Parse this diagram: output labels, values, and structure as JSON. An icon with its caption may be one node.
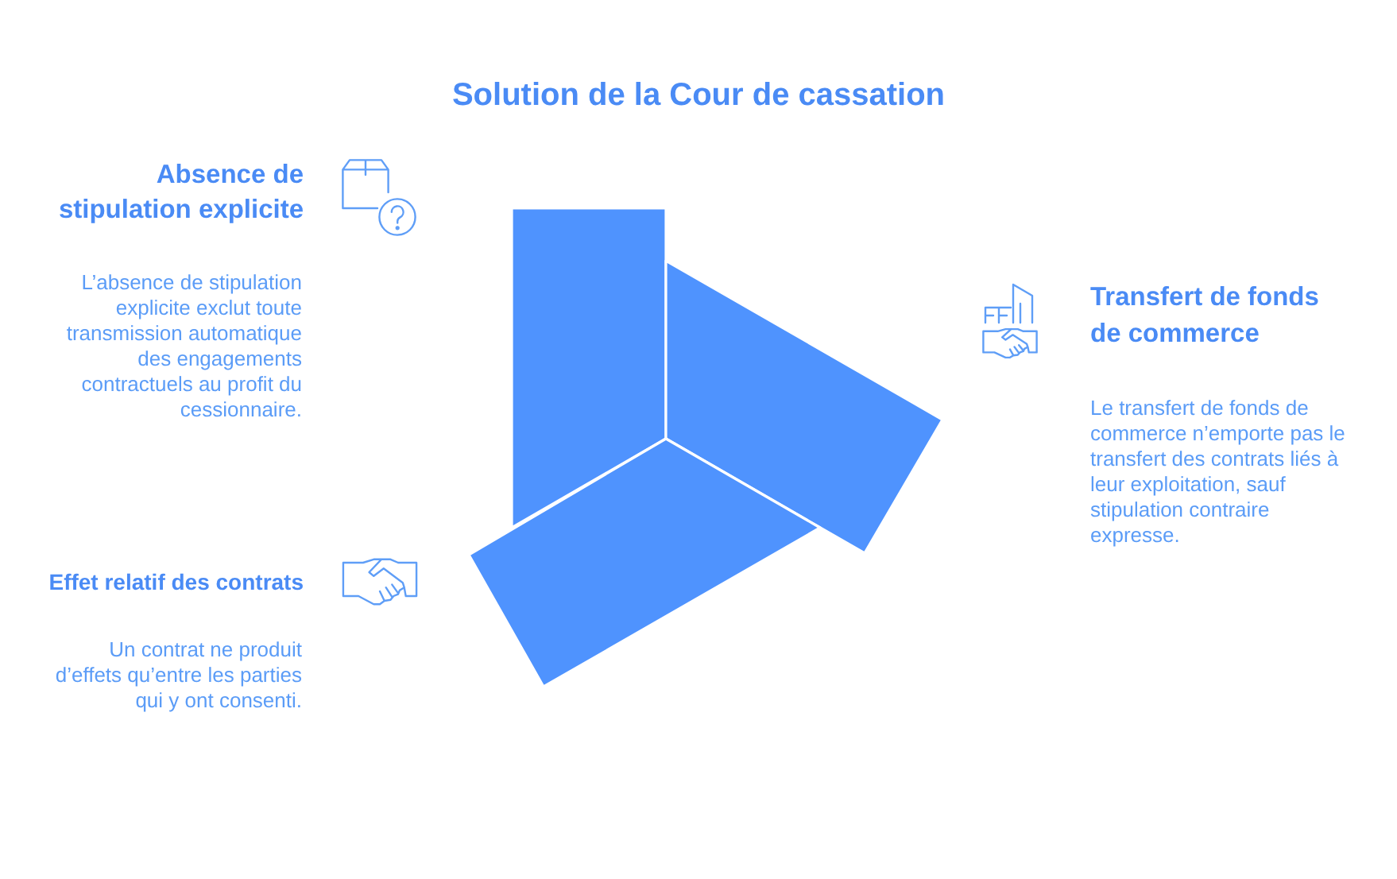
{
  "diagram": {
    "title": "Solution de la Cour de cassation",
    "nodes": [
      {
        "text": [],
        "shape": "box",
        "beside": [
          "Absence de stipulation explicite",
          "L’absence de stipulation explicite exclut toute transmission automatique des engagements contractuels au profit du cessionnaire."
        ]
      },
      {
        "text": [],
        "shape": "box",
        "beside": [
          "Transfert de fonds de commerce",
          "Le transfert de fonds de commerce n’emporte pas le transfert des contrats liés à leur exploitation, sauf stipulation contraire expresse."
        ]
      },
      {
        "text": [],
        "shape": "box",
        "beside": [
          "Effet relatif des contrats",
          "Un contrat ne produit d’effets qu’entre les parties qui y ont consenti."
        ]
      }
    ]
  }
}
